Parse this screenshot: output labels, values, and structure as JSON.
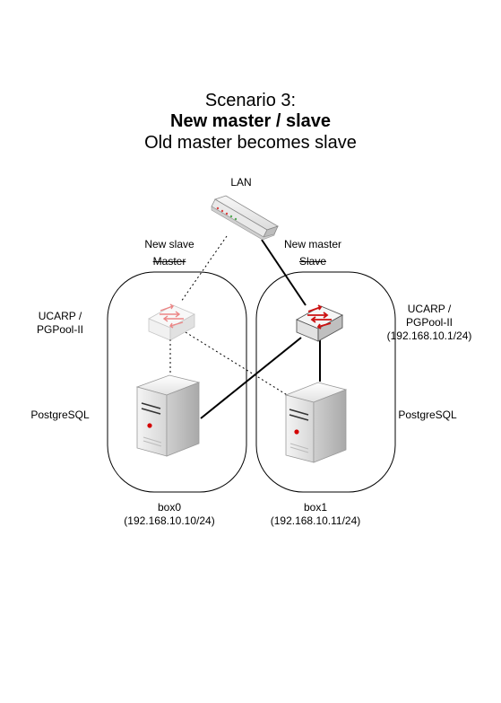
{
  "title": {
    "line1": "Scenario 3:",
    "line2": "New master / slave",
    "line3": "Old master becomes slave"
  },
  "lan": {
    "label": "LAN"
  },
  "box0": {
    "role_new": "New slave",
    "role_old": "Master",
    "name": "box0",
    "ip": "(192.168.10.10/24)"
  },
  "box1": {
    "role_new": "New master",
    "role_old": "Slave",
    "name": "box1",
    "ip": "(192.168.10.11/24)"
  },
  "left_labels": {
    "ucarp_line1": "UCARP /",
    "ucarp_line2": "PGPool-II",
    "postgresql": "PostgreSQL"
  },
  "right_labels": {
    "ucarp_line1": "UCARP /",
    "ucarp_line2": "PGPool-II",
    "ucarp_ip": "(192.168.10.1/24)",
    "postgresql": "PostgreSQL"
  },
  "connections": [
    {
      "from": "lan",
      "to": "box0-switch",
      "style": "dotted",
      "status": "inactive"
    },
    {
      "from": "lan",
      "to": "box1-switch",
      "style": "solid",
      "status": "active"
    },
    {
      "from": "box0-switch",
      "to": "box0-server",
      "style": "dotted",
      "status": "inactive"
    },
    {
      "from": "box0-switch",
      "to": "box1-server",
      "style": "dotted",
      "status": "inactive"
    },
    {
      "from": "box1-switch",
      "to": "box1-server",
      "style": "solid",
      "status": "active"
    },
    {
      "from": "box1-switch",
      "to": "box0-server",
      "style": "solid",
      "status": "active"
    }
  ],
  "colors": {
    "active_switch_arrows": "#cc1111",
    "inactive_switch_arrows": "#e8a0a0",
    "server_led": "#d40000"
  }
}
